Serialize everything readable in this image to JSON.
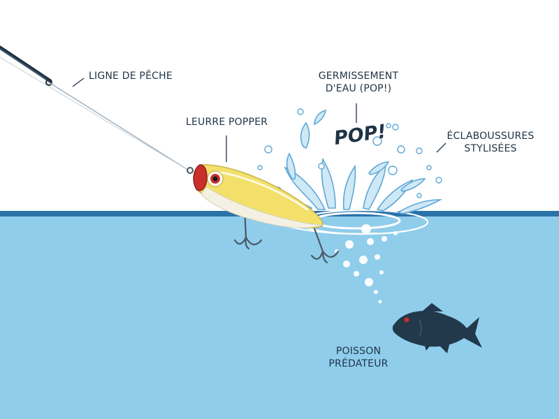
{
  "labels": {
    "fishing_line": "LIGNE DE PÊCHE",
    "popper_lure": "LEURRE POPPER",
    "water_gurgle_line1": "GERMISSEMENT",
    "water_gurgle_line2": "D'EAU (POP!)",
    "splashes_line1": "ÉCLABOUSSURES",
    "splashes_line2": "STYLISÉES",
    "predator_line1": "POISSON",
    "predator_line2": "PRÉDATEUR"
  },
  "pop_text": "POP!",
  "colors": {
    "water": "#8fcdeb",
    "waterline": "#2a72a8",
    "fish": "#22384b",
    "lure_yellow": "#f2e06a",
    "lure_red": "#c9302c",
    "text": "#1f3346"
  },
  "icons": [
    "fishing-rod-icon",
    "popper-lure-icon",
    "treble-hook-icon",
    "splash-icon",
    "bubble-icon",
    "predator-fish-icon"
  ]
}
